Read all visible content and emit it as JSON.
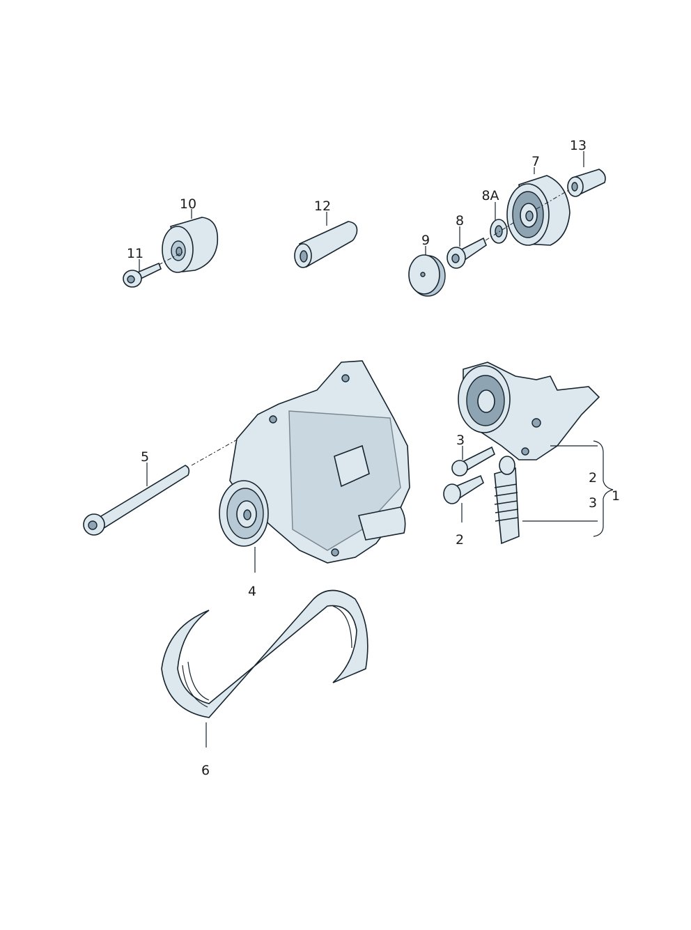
{
  "diagram": {
    "type": "exploded-parts-diagram",
    "colors": {
      "part_fill": "#dce7ee",
      "outline": "#15232d",
      "shade": "#8fa4b2"
    },
    "labels": {
      "idler_pulley_small": "10",
      "bolt_small": "11",
      "sleeve": "12",
      "stud_bolt": "13",
      "tension_pulley": "7",
      "washer": "8A",
      "pulley_bolt": "8",
      "cap": "9",
      "long_bolt": "5",
      "tensioner_bolt_upper": "3",
      "bracket_item_2": "2",
      "bracket_item_3": "3",
      "tensioner_assembly": "1",
      "tensioner_bolt_lower": "2",
      "alternator": "4",
      "ribbed_belt": "6"
    }
  }
}
